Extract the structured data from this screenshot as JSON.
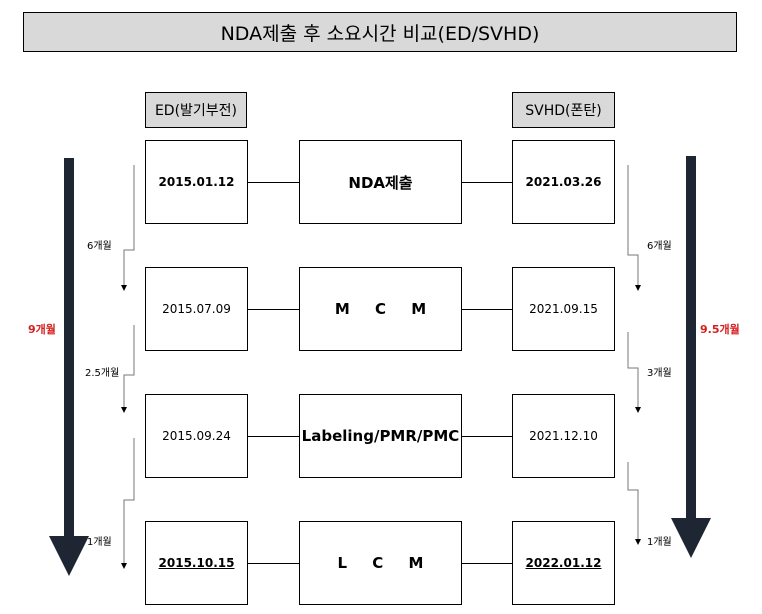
{
  "title": "NDA제출 후 소요시간 비교(ED/SVHD)",
  "left_header": "ED(발기부전)",
  "right_header": "SVHD(폰탄)",
  "rows": [
    {
      "left_date": "2015.01.12",
      "center": "NDA제출",
      "right_date": "2021.03.26"
    },
    {
      "left_date": "2015.07.09",
      "center": "M C M",
      "right_date": "2021.09.15"
    },
    {
      "left_date": "2015.09.24",
      "center": "Labeling/PMR/PMC",
      "right_date": "2021.12.10"
    },
    {
      "left_date": "2015.10.15",
      "center": "L C M",
      "right_date": "2022.01.12"
    }
  ],
  "left_intervals": [
    "6개월",
    "2.5개월",
    "1개월"
  ],
  "right_intervals": [
    "6개월",
    "3개월",
    "1개월"
  ],
  "left_total": "9개월",
  "right_total": "9.5개월",
  "colors": {
    "header_bg": "#d9d9d9",
    "total_label": "#d62020",
    "arrow": "#1e2533"
  }
}
